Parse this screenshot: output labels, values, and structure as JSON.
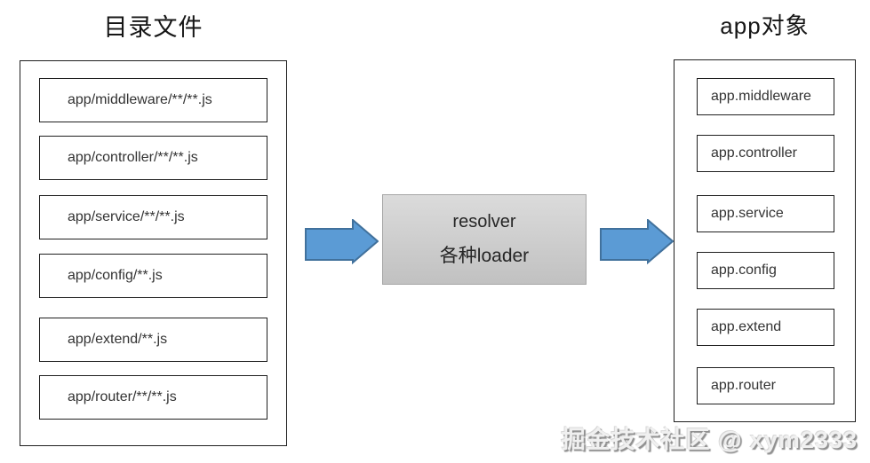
{
  "diagram": {
    "left_panel": {
      "title": "目录文件",
      "items": [
        "app/middleware/**/**.js",
        "app/controller/**/**.js",
        "app/service/**/**.js",
        "app/config/**.js",
        "app/extend/**.js",
        "app/router/**/**.js"
      ]
    },
    "resolver": {
      "lines": [
        "resolver",
        "各种loader"
      ]
    },
    "right_panel": {
      "title": "app对象",
      "items": [
        "app.middleware",
        "app.controller",
        "app.service",
        "app.config",
        "app.extend",
        "app.router"
      ]
    },
    "watermark": "掘金技术社区 @ xym2333"
  },
  "icons": {
    "flow_arrow_left": "arrow-right-icon",
    "flow_arrow_right": "arrow-right-icon"
  },
  "colors": {
    "arrow_fill": "#5b9bd5",
    "arrow_stroke": "#41719c",
    "resolver_top": "#dbdbdb",
    "resolver_bottom": "#c1c1c1",
    "resolver_border": "#a6a6a6",
    "line": "#1f1f1f",
    "text": "#303030",
    "watermark_fill": "#f0f0f0",
    "watermark_shadow": "#8f8f8f"
  }
}
